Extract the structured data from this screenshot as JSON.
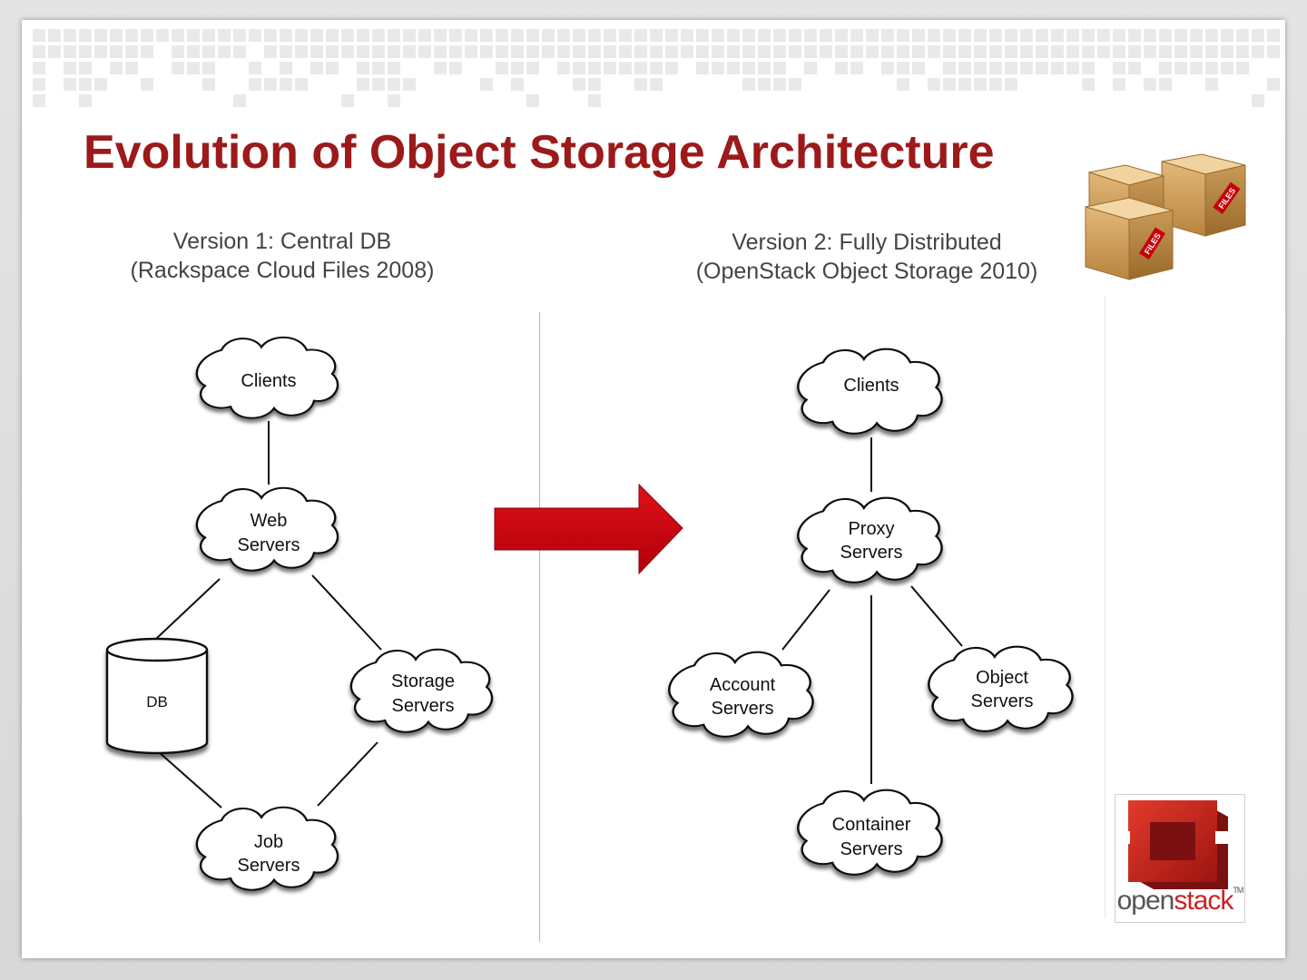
{
  "title": "Evolution of Object Storage Architecture",
  "left": {
    "heading_line1": "Version 1: Central DB",
    "heading_line2": "(Rackspace Cloud Files 2008)",
    "nodes": {
      "clients": [
        "Clients"
      ],
      "web": [
        "Web",
        "Servers"
      ],
      "db": [
        "DB"
      ],
      "storage": [
        "Storage",
        "Servers"
      ],
      "job": [
        "Job",
        "Servers"
      ]
    }
  },
  "right": {
    "heading_line1": "Version 2: Fully Distributed",
    "heading_line2": "(OpenStack Object Storage 2010)",
    "nodes": {
      "clients": [
        "Clients"
      ],
      "proxy": [
        "Proxy",
        "Servers"
      ],
      "account": [
        "Account",
        "Servers"
      ],
      "object": [
        "Object",
        "Servers"
      ],
      "container": [
        "Container",
        "Servers"
      ]
    }
  },
  "boxes_icon": {
    "label": "FILES"
  },
  "logo": {
    "part1": "open",
    "part2": "stack",
    "tm": "TM"
  },
  "colors": {
    "title": "#9c1a1a",
    "arrow": "#c8000a",
    "logo_red": "#cc2222"
  }
}
